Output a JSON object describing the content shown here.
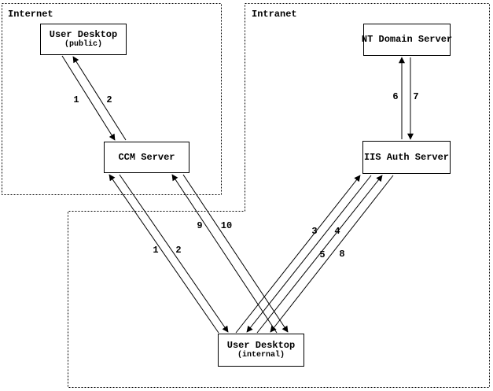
{
  "zones": {
    "internet": {
      "label": "Internet"
    },
    "intranet": {
      "label": "Intranet"
    }
  },
  "nodes": {
    "user_desktop_public": {
      "label": "User Desktop",
      "sublabel": "(public)"
    },
    "ccm_server": {
      "label": "CCM Server"
    },
    "nt_domain_server": {
      "label": "NT Domain Server"
    },
    "iis_auth_server": {
      "label": "IIS Auth Server"
    },
    "user_desktop_internal": {
      "label": "User Desktop",
      "sublabel": "(internal)"
    }
  },
  "arrows": {
    "public_to_ccm": "1",
    "ccm_to_public": "2",
    "internal_to_ccm_a": "1",
    "ccm_to_internal_a": "2",
    "internal_to_iis_a": "3",
    "iis_to_internal_a": "4",
    "internal_to_iis_b": "5",
    "iis_to_nt": "6",
    "nt_to_iis": "7",
    "iis_to_internal_b": "8",
    "internal_to_ccm_b": "9",
    "ccm_to_internal_b": "10"
  },
  "colors": {
    "line": "#000000",
    "background": "#ffffff",
    "text": "#000000"
  }
}
